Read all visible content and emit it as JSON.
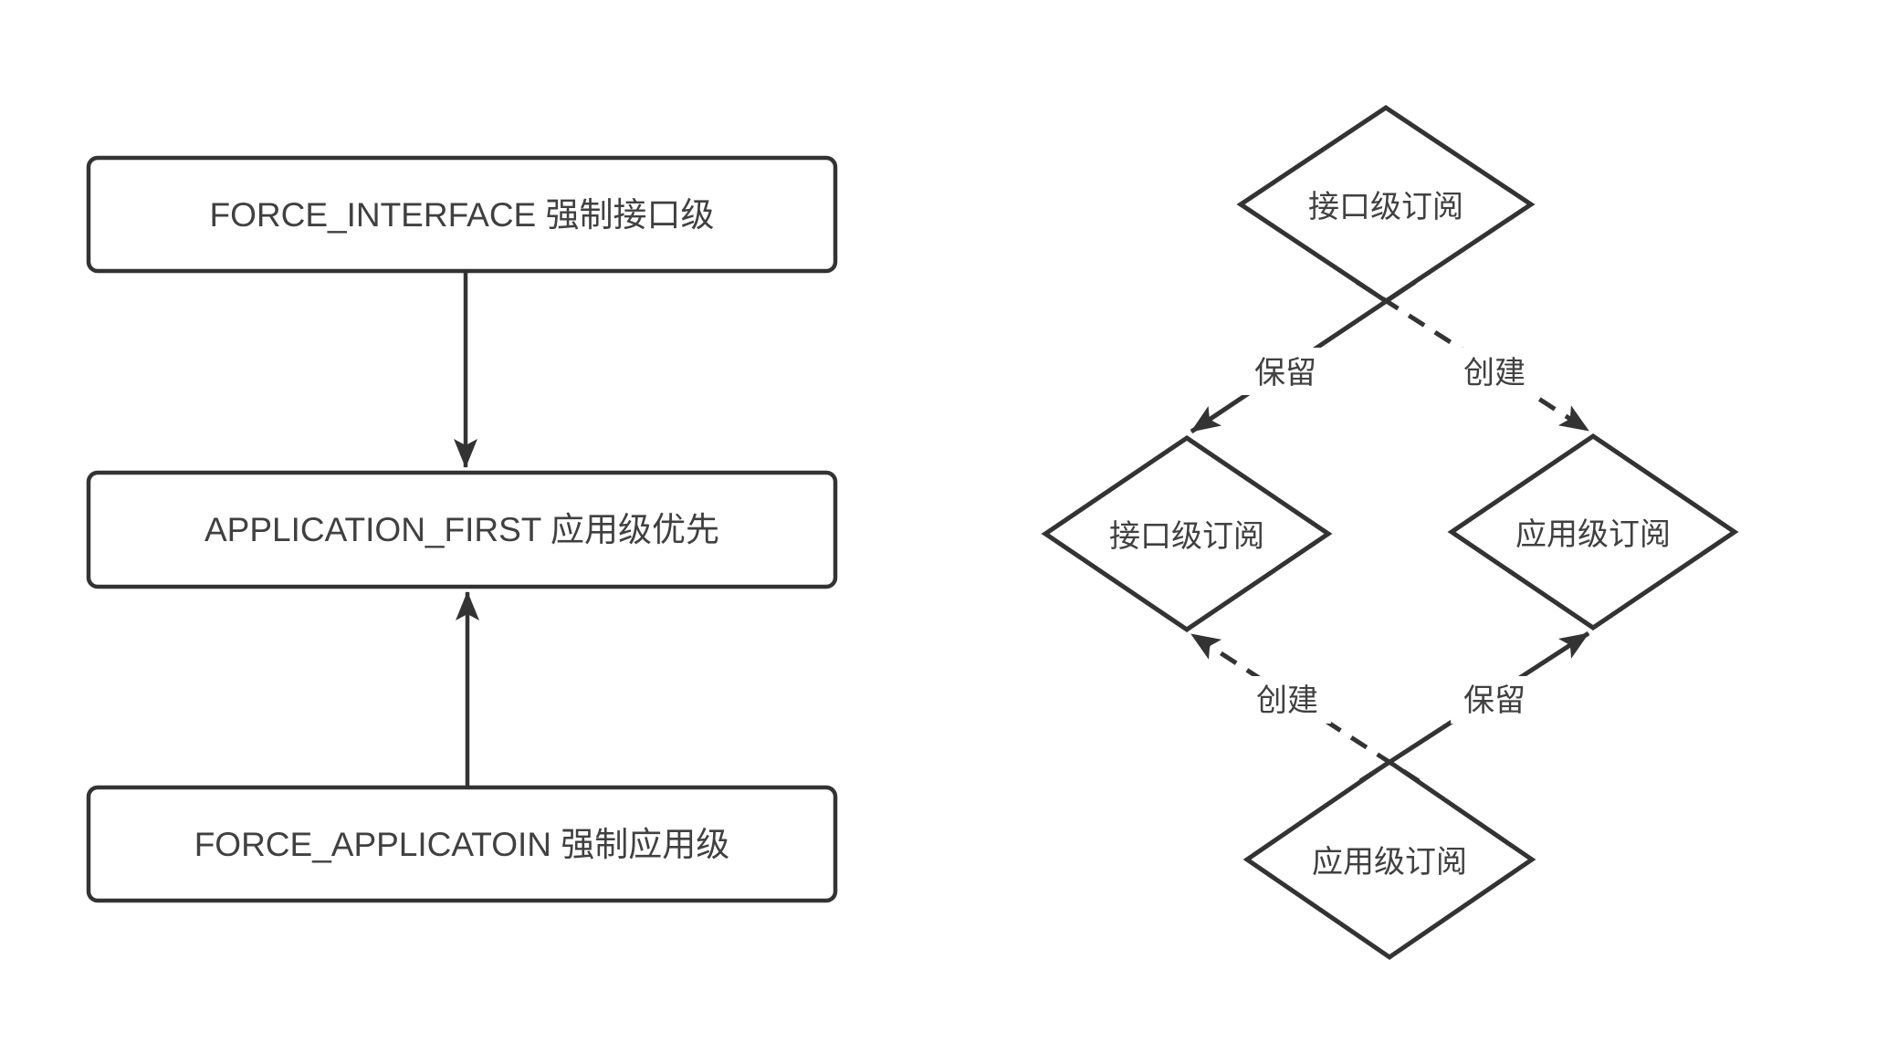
{
  "colors": {
    "background": "#ffffff",
    "stroke": "#333333",
    "text": "#404040"
  },
  "flowchart": {
    "nodes": [
      {
        "id": "force-interface",
        "label": "FORCE_INTERFACE 强制接口级"
      },
      {
        "id": "application-first",
        "label": "APPLICATION_FIRST 应用级优先"
      },
      {
        "id": "force-application",
        "label": "FORCE_APPLICATOIN 强制应用级"
      }
    ],
    "edges": [
      {
        "from": "force-interface",
        "to": "application-first",
        "style": "solid"
      },
      {
        "from": "force-application",
        "to": "application-first",
        "style": "solid"
      }
    ]
  },
  "diamond_graph": {
    "nodes": [
      {
        "id": "top",
        "label": "接口级订阅"
      },
      {
        "id": "mid-left",
        "label": "接口级订阅"
      },
      {
        "id": "mid-right",
        "label": "应用级订阅"
      },
      {
        "id": "bottom",
        "label": "应用级订阅"
      }
    ],
    "edges": [
      {
        "from": "top",
        "to": "mid-left",
        "label": "保留",
        "style": "solid"
      },
      {
        "from": "top",
        "to": "mid-right",
        "label": "创建",
        "style": "dashed"
      },
      {
        "from": "bottom",
        "to": "mid-left",
        "label": "创建",
        "style": "dashed"
      },
      {
        "from": "bottom",
        "to": "mid-right",
        "label": "保留",
        "style": "solid"
      }
    ]
  }
}
